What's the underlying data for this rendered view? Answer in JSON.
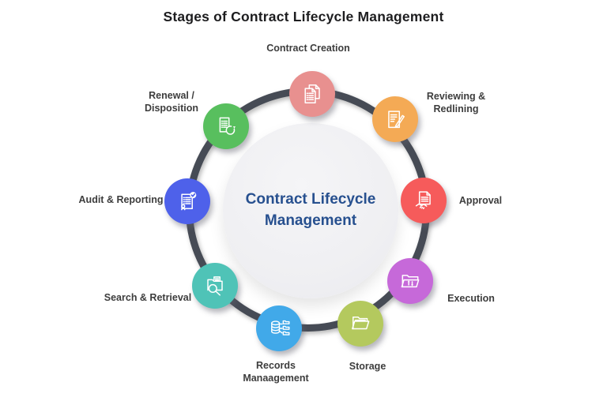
{
  "title": "Stages of Contract Lifecycle Management",
  "center_label": "Contract Lifecycle Management",
  "center_text_color": "#27508f",
  "ring_color": "#464b55",
  "stages": [
    {
      "label": "Contract Creation",
      "color": "#e8908f",
      "icon": "documents-icon"
    },
    {
      "label": "Reviewing &\nRedlining",
      "color": "#f4aa55",
      "icon": "document-pen-icon"
    },
    {
      "label": "Approval",
      "color": "#f65b5b",
      "icon": "document-handshake-icon"
    },
    {
      "label": "Execution",
      "color": "#c669d9",
      "icon": "folder-arrows-icon"
    },
    {
      "label": "Storage",
      "color": "#b4c95e",
      "icon": "open-folder-icon"
    },
    {
      "label": "Records\nManaagement",
      "color": "#41a9e9",
      "icon": "database-folders-icon"
    },
    {
      "label": "Search & Retrieval",
      "color": "#4fc3b7",
      "icon": "folder-search-icon"
    },
    {
      "label": "Audit & Reporting",
      "color": "#4e61ea",
      "icon": "document-check-icon"
    },
    {
      "label": "Renewal /\nDisposition",
      "color": "#58bf5e",
      "icon": "document-refresh-icon"
    }
  ]
}
